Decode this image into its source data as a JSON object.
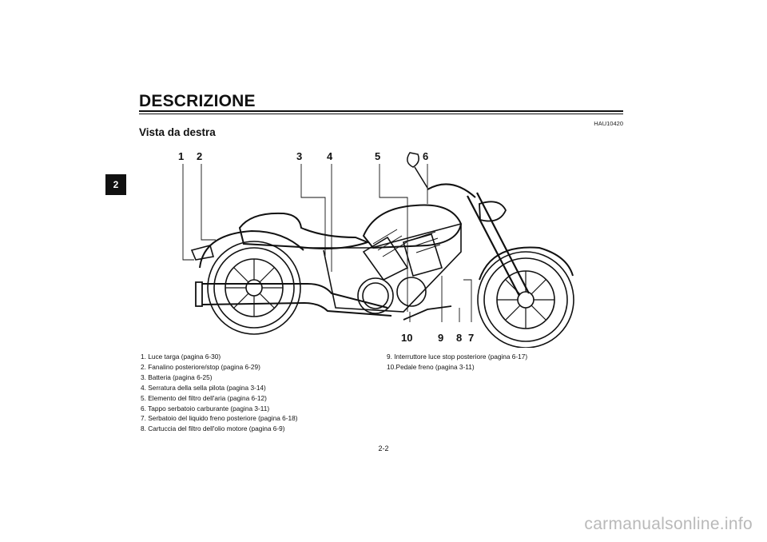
{
  "side_tab": "2",
  "header": {
    "title": "DESCRIZIONE",
    "code": "HAU10420",
    "subtitle": "Vista da destra"
  },
  "callouts": [
    "1",
    "2",
    "3",
    "4",
    "5",
    "6",
    "7",
    "8",
    "9",
    "10"
  ],
  "legend": {
    "left": [
      "1.  Luce targa (pagina 6-30)",
      "2.  Fanalino posteriore/stop (pagina 6-29)",
      "3.  Batteria (pagina 6-25)",
      "4.  Serratura della sella pilota (pagina 3-14)",
      "5.  Elemento del filtro dell'aria (pagina 6-12)",
      "6.  Tappo serbatoio carburante (pagina 3-11)",
      "7.  Serbatoio del liquido freno posteriore (pagina 6-18)",
      "8.  Cartuccia del filtro dell'olio motore (pagina 6-9)"
    ],
    "right": [
      "9.  Interruttore luce stop posteriore (pagina 6-17)",
      "10.Pedale freno (pagina 3-11)"
    ]
  },
  "page_number": "2-2",
  "watermark": "carmanualsonline.info"
}
